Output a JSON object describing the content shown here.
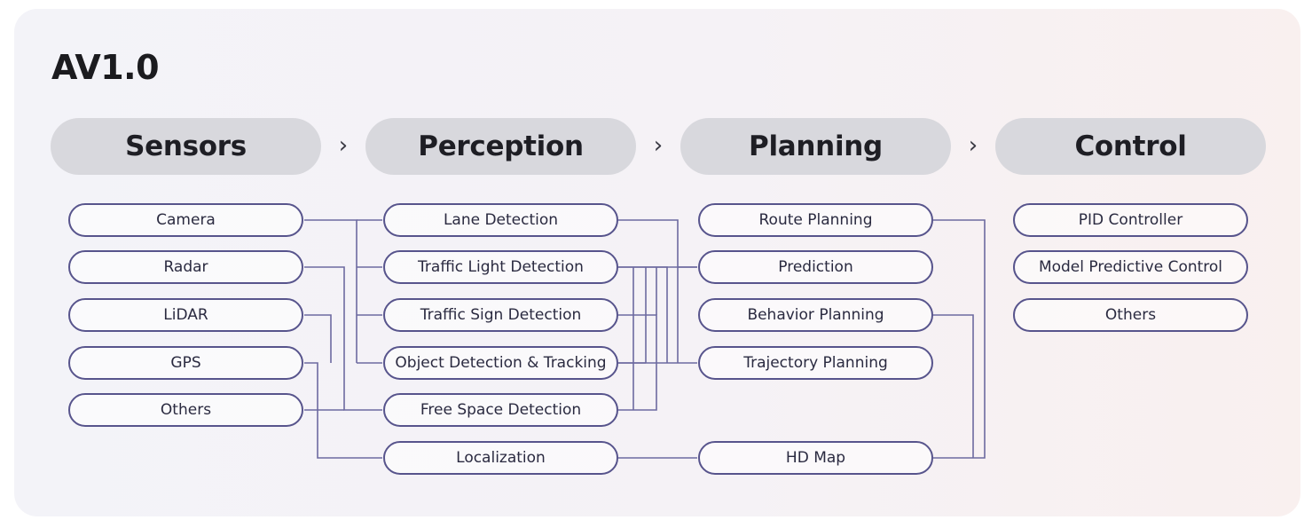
{
  "title": "AV1.0",
  "colors": {
    "connector": "#6d6aa0",
    "node_border": "#57548c",
    "header_fill": "#d8d8dd"
  },
  "stages": [
    {
      "id": "sensors",
      "label": "Sensors",
      "items": [
        "Camera",
        "Radar",
        "LiDAR",
        "GPS",
        "Others"
      ]
    },
    {
      "id": "perception",
      "label": "Perception",
      "items": [
        "Lane Detection",
        "Traffic Light Detection",
        "Traffic Sign Detection",
        "Object Detection & Tracking",
        "Free Space Detection",
        "Localization"
      ]
    },
    {
      "id": "planning",
      "label": "Planning",
      "items": [
        "Route Planning",
        "Prediction",
        "Behavior Planning",
        "Trajectory Planning",
        "HD Map"
      ]
    },
    {
      "id": "control",
      "label": "Control",
      "items": [
        "PID Controller",
        "Model Predictive Control",
        "Others"
      ]
    }
  ],
  "separator_icon": "chevron-right-icon"
}
